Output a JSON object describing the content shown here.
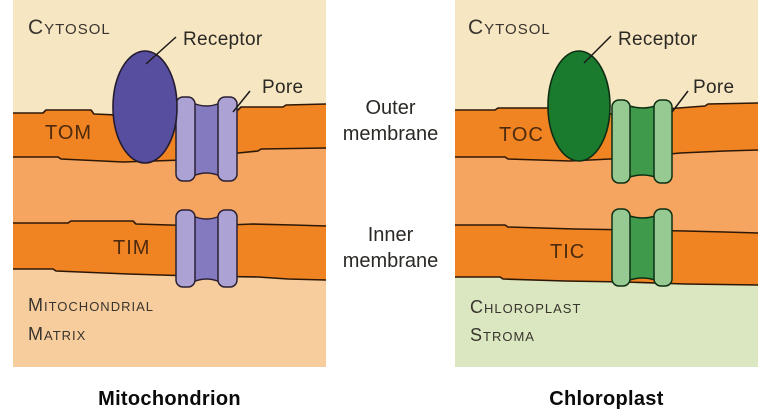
{
  "palette": {
    "cytosol_cream": "#F7E6C2",
    "membrane_orange": "#F08423",
    "intermembrane_orange": "#F5A55F",
    "matrix_peach": "#F7CD9D",
    "stroma_green": "#DBE7C0",
    "receptor_purple": "#574E9F",
    "pore_side_purple": "#ACA2D4",
    "pore_center_purple": "#837AC0",
    "receptor_green": "#1A7A2E",
    "pore_side_green": "#97CA92",
    "pore_center_green": "#3F9A4B",
    "outline_dark": "#2D1808"
  },
  "left_panel": {
    "cytosol_label": "Cytosol",
    "receptor_label": "Receptor",
    "pore_label": "Pore",
    "outer_complex": "TOM",
    "inner_complex": "TIM",
    "matrix_line1": "Mitochondrial",
    "matrix_line2": "Matrix",
    "caption": "Mitochondrion"
  },
  "right_panel": {
    "cytosol_label": "Cytosol",
    "receptor_label": "Receptor",
    "pore_label": "Pore",
    "outer_complex": "TOC",
    "inner_complex": "TIC",
    "stroma_line1": "Chloroplast",
    "stroma_line2": "Stroma",
    "caption": "Chloroplast"
  },
  "middle_labels": {
    "outer_line1": "Outer",
    "outer_line2": "membrane",
    "inner_line1": "Inner",
    "inner_line2": "membrane"
  }
}
